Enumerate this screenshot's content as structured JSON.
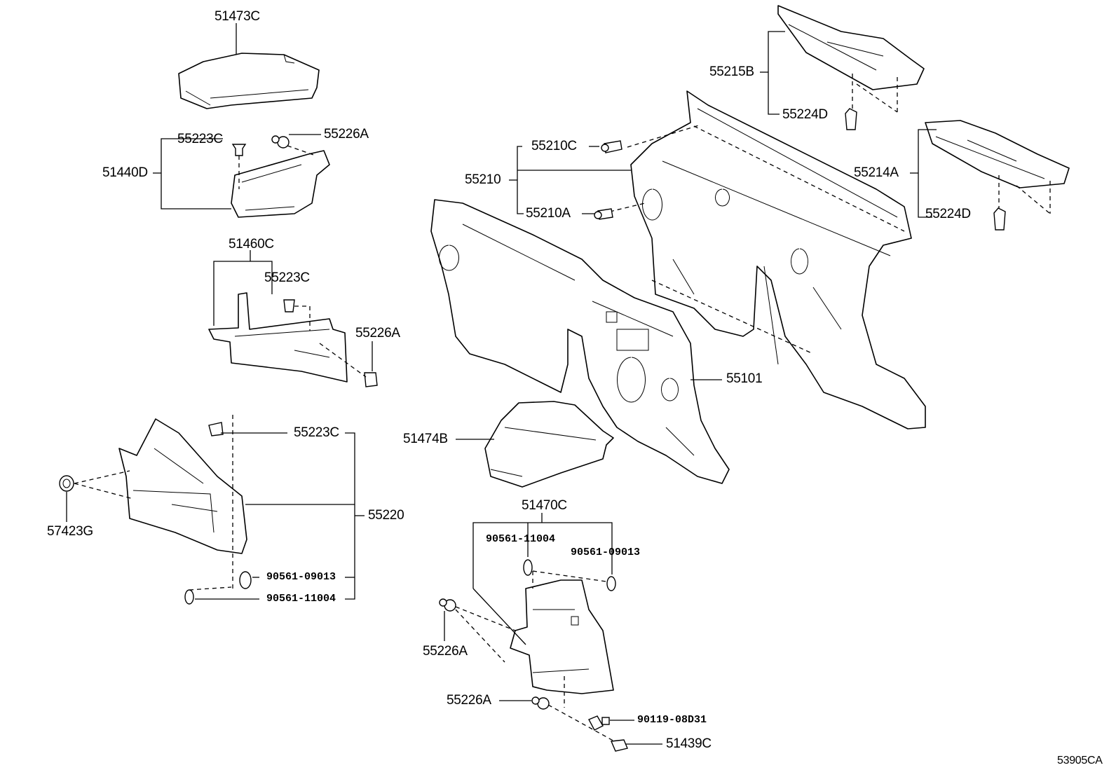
{
  "diagram_id": "53905CA",
  "callouts": {
    "p51473C": "51473C",
    "p55223C_top": "55223C",
    "p55226A_top": "55226A",
    "p51440D": "51440D",
    "p51460C": "51460C",
    "p55223C_mid": "55223C",
    "p55226A_mid": "55226A",
    "p55223C_low": "55223C",
    "p55220": "55220",
    "p57423G": "57423G",
    "p90561_09013_left": "90561-09013",
    "p90561_11004_left": "90561-11004",
    "p55215B": "55215B",
    "p55224D_top": "55224D",
    "p55210C": "55210C",
    "p55210": "55210",
    "p55210A": "55210A",
    "p55214A": "55214A",
    "p55224D_right": "55224D",
    "p55101": "55101",
    "p51474B": "51474B",
    "p51470C": "51470C",
    "p90561_11004_right": "90561-11004",
    "p90561_09013_right": "90561-09013",
    "p55226A_low1": "55226A",
    "p55226A_low2": "55226A",
    "p90119_08D31": "90119-08D31",
    "p51439C": "51439C"
  }
}
